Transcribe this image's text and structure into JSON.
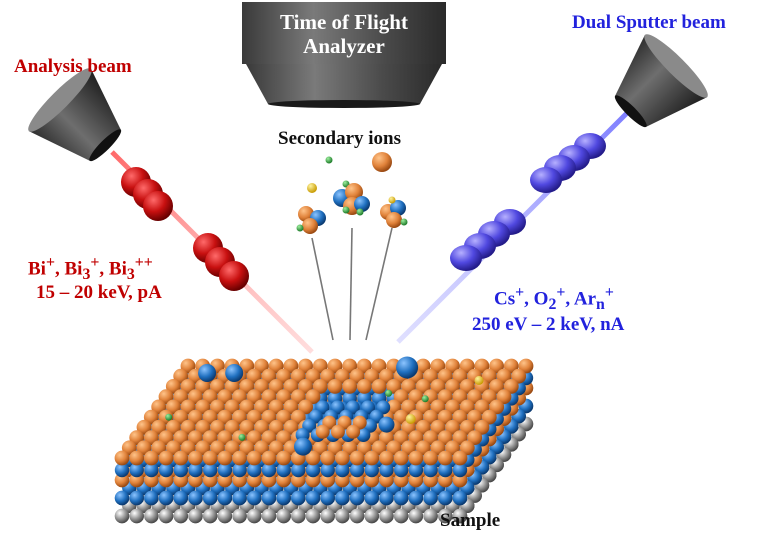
{
  "analyzer": {
    "line1": "Time of Flight",
    "line2": "Analyzer"
  },
  "secondary_ions": "Secondary ions",
  "analysis_beam": {
    "title": "Analysis beam",
    "ion_bi": "Bi",
    "ion_bi_sup": "+",
    "ion_bi3": "Bi",
    "ion_bi3_sub": "3",
    "ion_bi3_sup": "+",
    "ion_bi3pp": "Bi",
    "ion_bi3pp_sub": "3",
    "ion_bi3pp_sup": "++",
    "sep": ", ",
    "energy": "15 – 20 keV, pA",
    "color": "#c00000"
  },
  "sputter_beam": {
    "title": "Dual Sputter beam",
    "ion_cs": "Cs",
    "ion_cs_sup": "+",
    "ion_o2": "O",
    "ion_o2_sub": "2",
    "ion_o2_sup": "+",
    "ion_ar": "Ar",
    "ion_ar_sub": "n",
    "ion_ar_sup": "+",
    "sep": ", ",
    "energy": "250 eV – 2 keV, nA",
    "color": "#2222dd"
  },
  "sample": "Sample",
  "colors": {
    "orange": "#e0823a",
    "blue": "#1f6fbf",
    "gray": "#9a9a9a",
    "green": "#2e9d3a",
    "yellow": "#e8c020"
  }
}
